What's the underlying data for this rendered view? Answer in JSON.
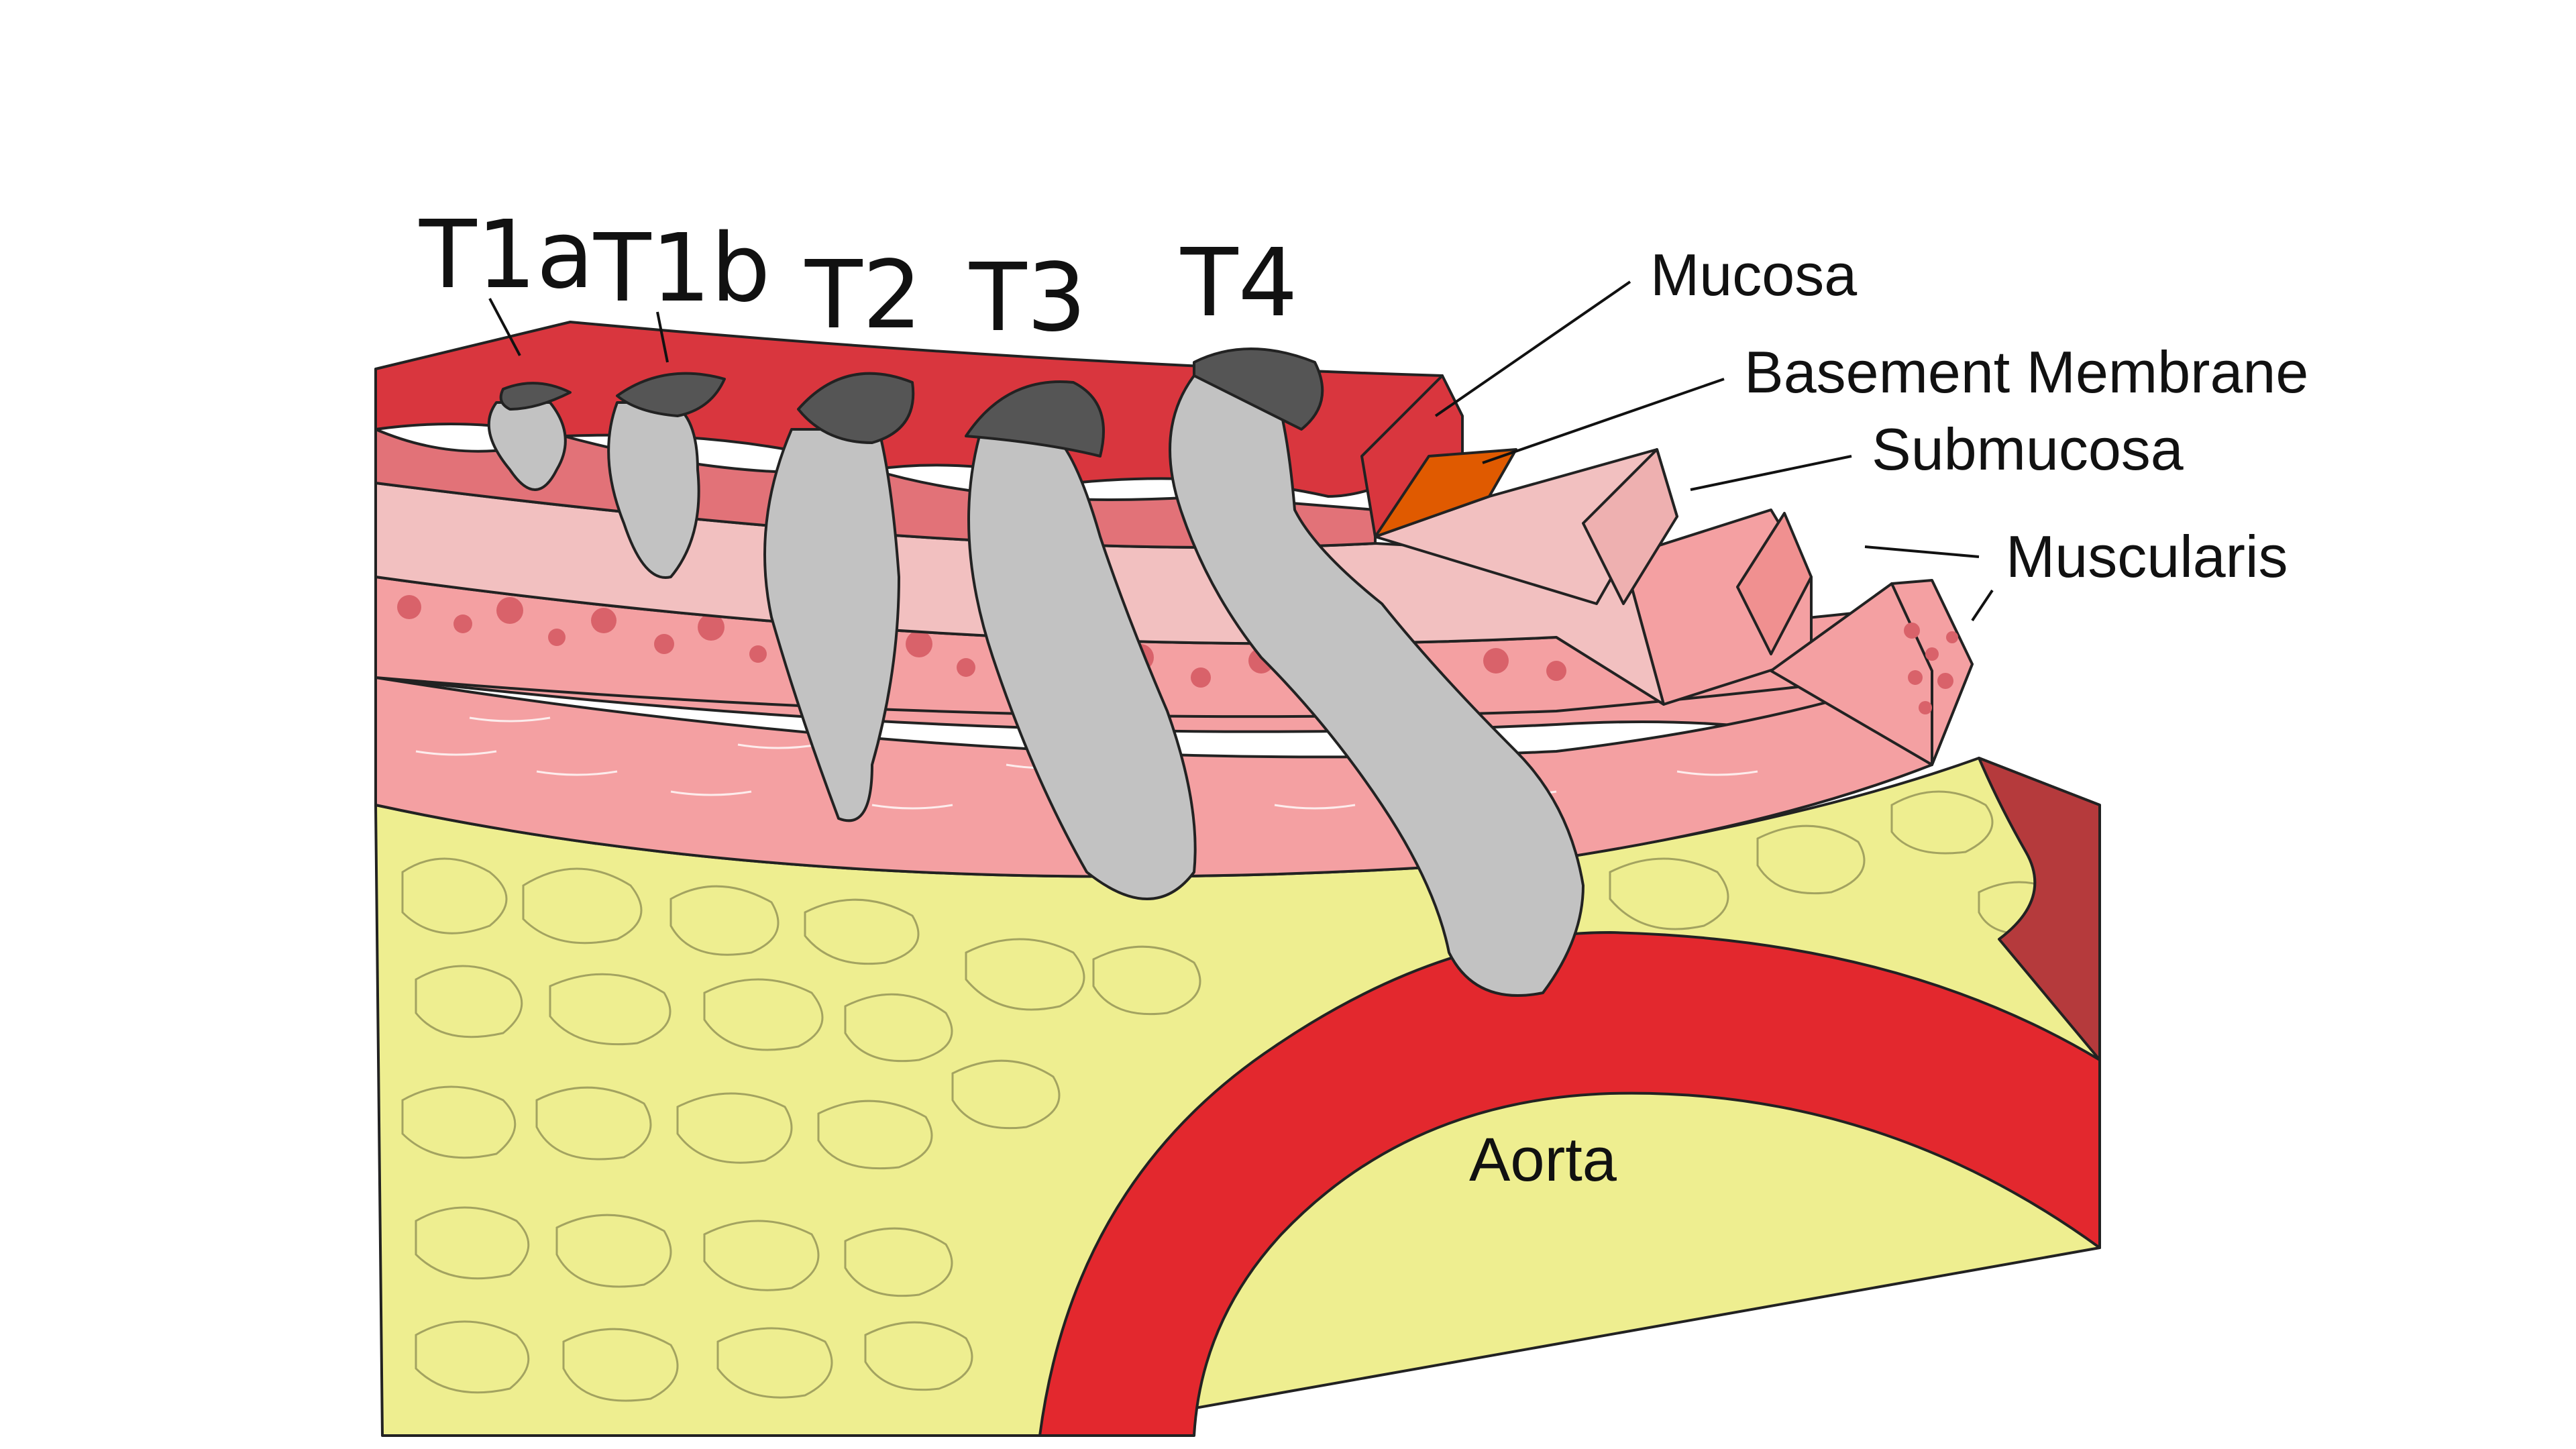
{
  "stages": [
    {
      "id": "t1a",
      "label": "T1a"
    },
    {
      "id": "t1b",
      "label": "T1b"
    },
    {
      "id": "t2",
      "label": "T2"
    },
    {
      "id": "t3",
      "label": "T3"
    },
    {
      "id": "t4",
      "label": "T4"
    }
  ],
  "layers": {
    "mucosa": "Mucosa",
    "basement_membrane": "Basement Membrane",
    "submucosa": "Submucosa",
    "muscularis": "Muscularis"
  },
  "organ": {
    "aorta": "Aorta"
  },
  "colors": {
    "mucosa": "#d9363e",
    "mucosa_lower": "#e27278",
    "basement_membrane": "#e05a00",
    "submucosa": "#f2c0c0",
    "muscularis": "#f4a0a2",
    "muscularis_dots": "#d9626a",
    "fat": "#eeee90",
    "aorta": "#e3282e",
    "aorta_shadow": "#b53a3c",
    "tumor_body": "#c2c2c2",
    "tumor_top": "#555555"
  }
}
